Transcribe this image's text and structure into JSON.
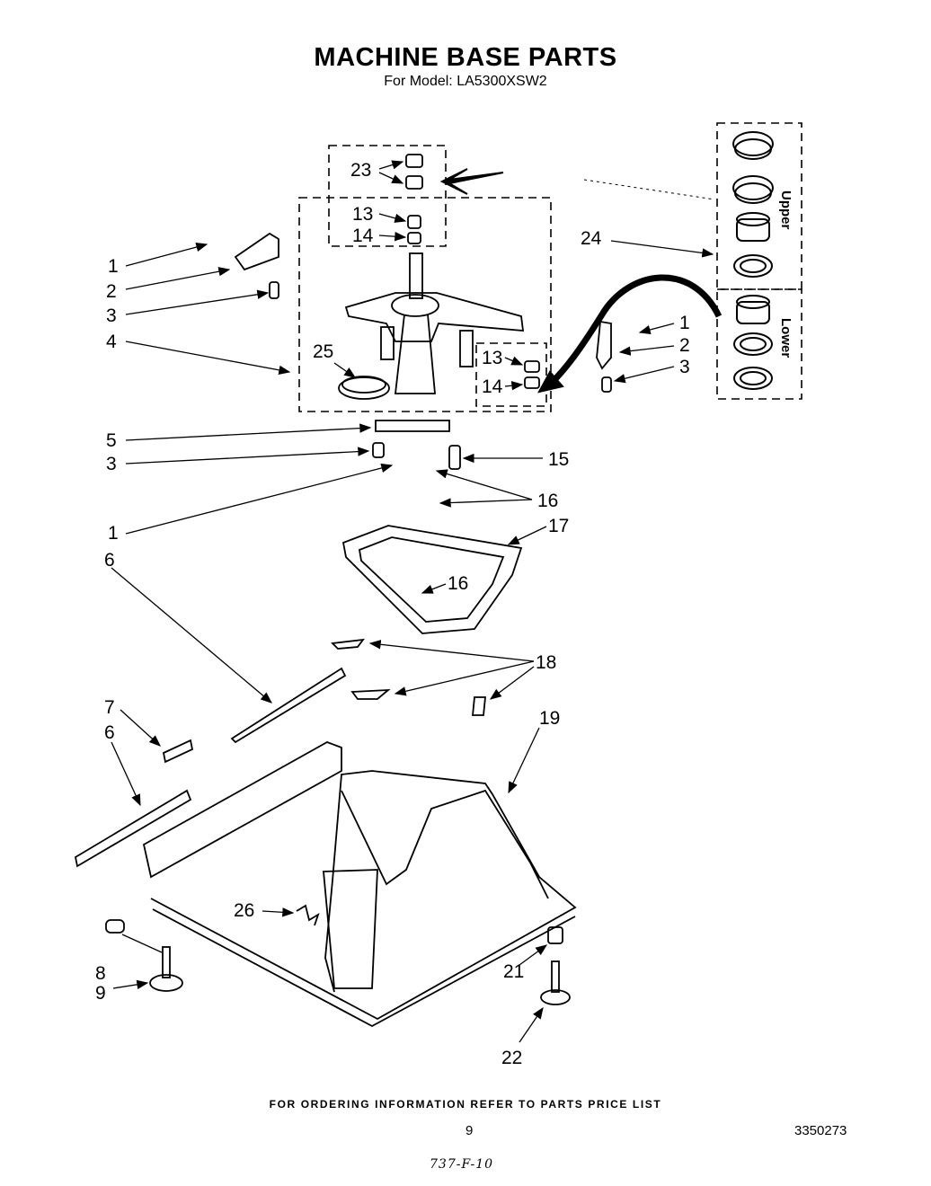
{
  "header": {
    "title": "MACHINE BASE PARTS",
    "subtitle": "For Model: LA5300XSW2"
  },
  "inset": {
    "upper_label": "Upper",
    "lower_label": "Lower"
  },
  "callouts": {
    "c1a": "1",
    "c2a": "2",
    "c3a": "3",
    "c4": "4",
    "c23": "23",
    "c13a": "13",
    "c14a": "14",
    "c25": "25",
    "c24": "24",
    "c1b": "1",
    "c2b": "2",
    "c3b": "3",
    "c13b": "13",
    "c14b": "14",
    "c5": "5",
    "c3c": "3",
    "c15": "15",
    "c16a": "16",
    "c17": "17",
    "c1c": "1",
    "c6a": "6",
    "c16b": "16",
    "c18": "18",
    "c7": "7",
    "c6b": "6",
    "c19": "19",
    "c26": "26",
    "c8": "8",
    "c9": "9",
    "c21": "21",
    "c22": "22"
  },
  "footer": {
    "ordering_text": "FOR ORDERING INFORMATION REFER TO PARTS PRICE LIST",
    "page_number": "9",
    "doc_number": "3350273",
    "handwritten_note": "737-F-10"
  }
}
